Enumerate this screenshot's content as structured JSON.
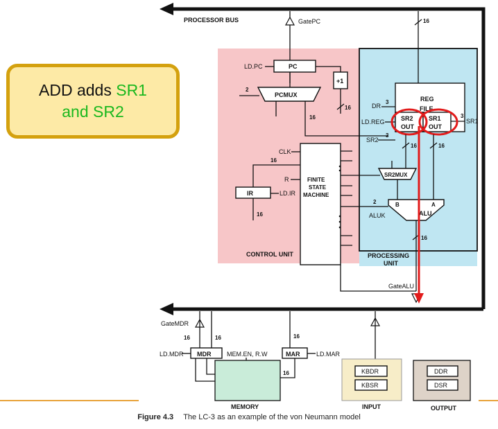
{
  "callout": {
    "line1_prefix": "ADD adds ",
    "line1_green": "SR1",
    "line2": "and SR2",
    "bg_color": "#fdeaa6",
    "border_color": "#d4a10e",
    "highlight_color": "#1ab81e"
  },
  "labels": {
    "processor_bus": "PROCESSOR BUS",
    "gate_pc": "GatePC",
    "ld_pc": "LD.PC",
    "pc": "PC",
    "plus1": "+1",
    "pcmux": "PCMUX",
    "reg_file_1": "REG",
    "reg_file_2": "FILE",
    "dr": "DR",
    "ld_reg": "LD.REG",
    "sr2": "SR2",
    "sr1": "SR1",
    "out": "OUT",
    "sr2mux": "SR2MUX",
    "alu": "ALU",
    "aluk": "ALUK",
    "alu_a": "A",
    "alu_b": "B",
    "clk": "CLK",
    "r": "R",
    "ir": "IR",
    "ld_ir": "LD.IR",
    "fsm_1": "FINITE",
    "fsm_2": "STATE",
    "fsm_3": "MACHINE",
    "control_unit": "CONTROL UNIT",
    "processing_unit_1": "PROCESSING",
    "processing_unit_2": "UNIT",
    "gate_alu": "GateALU",
    "gate_mdr": "GateMDR",
    "ld_mdr": "LD.MDR",
    "mdr": "MDR",
    "mem_en": "MEM.EN, R.W",
    "mar": "MAR",
    "ld_mar": "LD.MAR",
    "memory": "MEMORY",
    "kbdr": "KBDR",
    "kbsr": "KBSR",
    "input": "INPUT",
    "ddr": "DDR",
    "dsr": "DSR",
    "output": "OUTPUT",
    "w16": "16",
    "w3": "3",
    "w2": "2"
  },
  "caption": {
    "figure": "Figure 4.3",
    "text": "The LC-3 as an example of the von Neumann model"
  },
  "colors": {
    "control_unit_bg": "#f7c6c8",
    "processing_unit_bg": "#bfe6f2",
    "memory_bg": "#c9ecd9",
    "input_bg": "#f7edc8",
    "output_bg": "#ded3c8",
    "highlight_red": "#e21b1b",
    "rule_orange": "#e8a33a"
  }
}
